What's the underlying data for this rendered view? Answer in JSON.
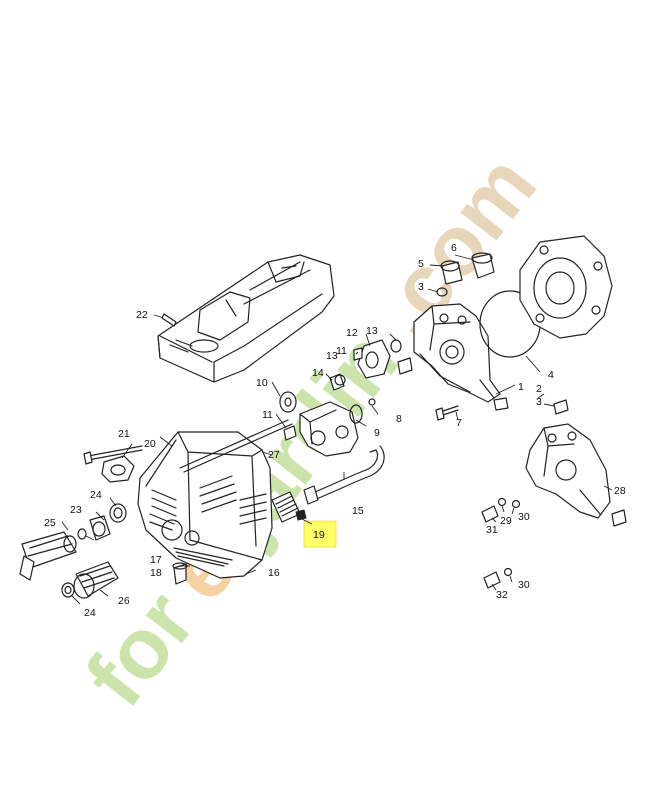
{
  "watermark": {
    "text_part_a": "for",
    "text_part_b": "e",
    "text_part_c": "tjardin",
    "text_part_d": ".com",
    "green": "#c9e3a6",
    "orange": "#f6cfa0",
    "tan": "#e6d4b6"
  },
  "highlight": {
    "label": "19",
    "color": "#ffff66"
  },
  "labels": {
    "l1": "1",
    "l2": "2",
    "l3a": "3",
    "l3b": "3",
    "l4": "4",
    "l5": "5",
    "l6": "6",
    "l7": "7",
    "l8": "8",
    "l9": "9",
    "l10": "10",
    "l11a": "11",
    "l11b": "11",
    "l12": "12",
    "l13a": "13",
    "l13b": "13",
    "l14": "14",
    "l15": "15",
    "l16": "16",
    "l17": "17",
    "l18": "18",
    "l20": "20",
    "l21": "21",
    "l22": "22",
    "l23": "23",
    "l24a": "24",
    "l24b": "24",
    "l25": "25",
    "l26": "26",
    "l27": "27",
    "l28": "28",
    "l29": "29",
    "l30a": "30",
    "l30b": "30",
    "l31": "31",
    "l32": "32"
  }
}
